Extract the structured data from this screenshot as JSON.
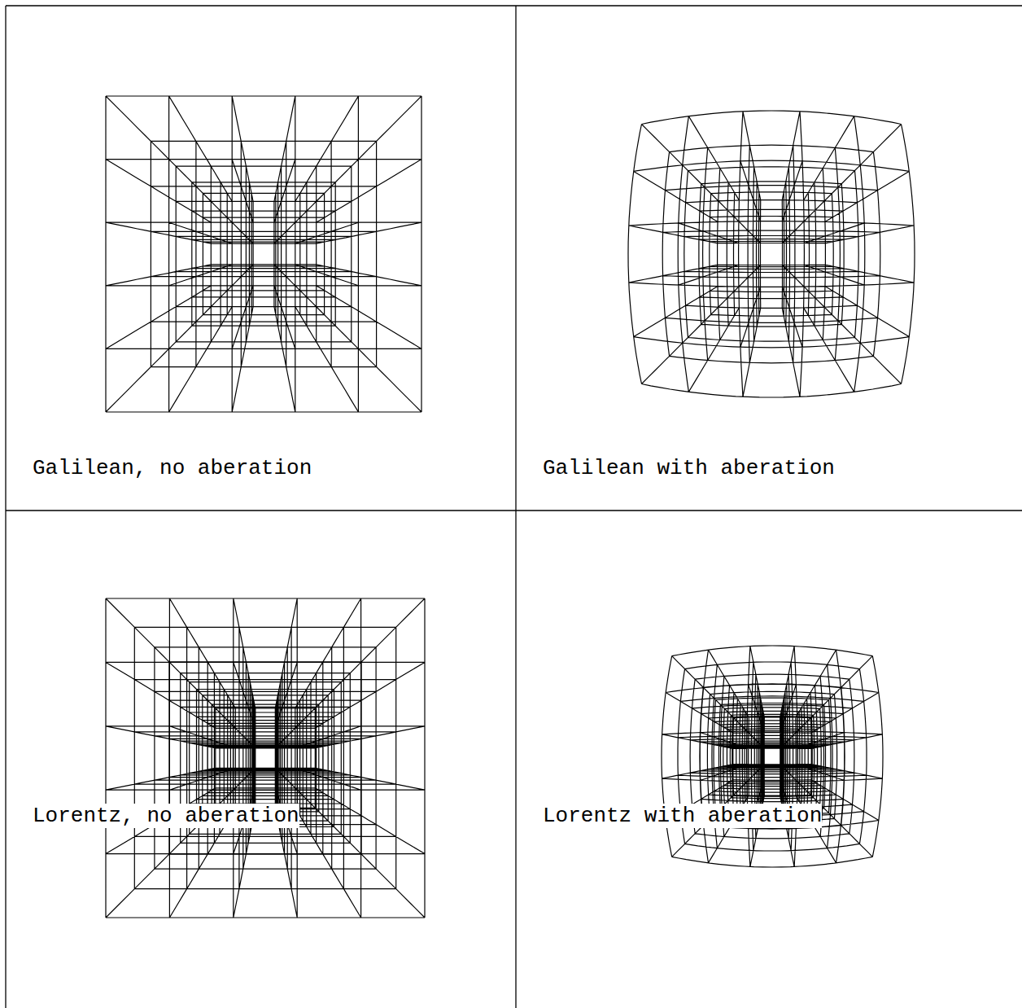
{
  "diagram": {
    "labels": [
      "Galilean, no aberation",
      "Galilean with aberation",
      "Lorentz, no aberation",
      "Lorentz with aberation"
    ]
  }
}
